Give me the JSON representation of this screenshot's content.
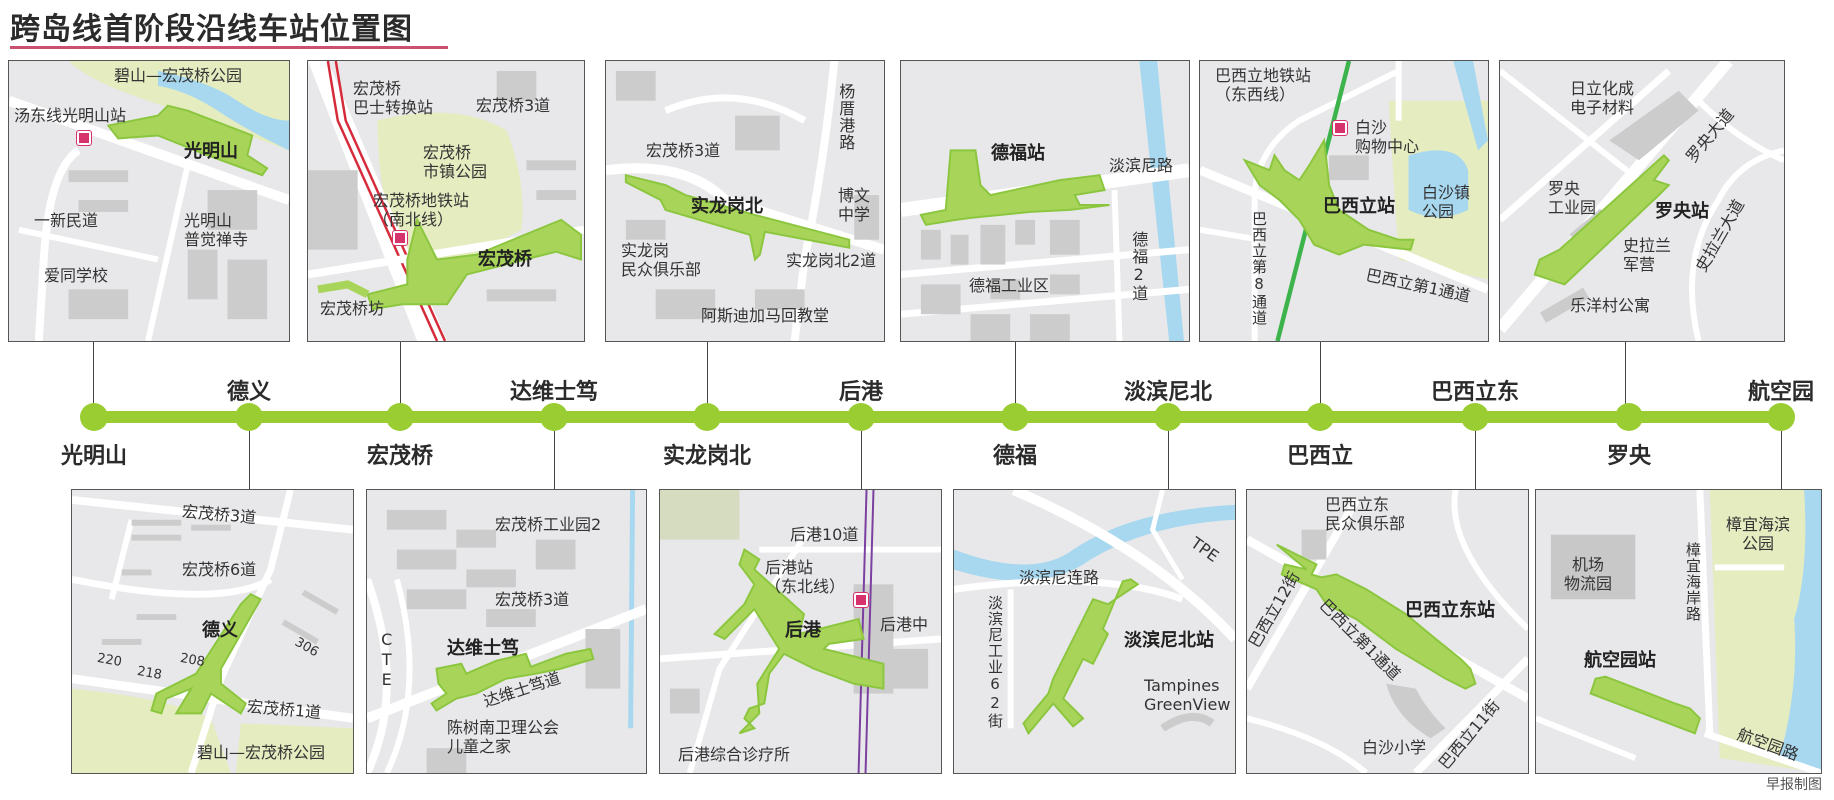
{
  "title": "跨岛线首阶段沿线车站位置图",
  "credit": "早报制图",
  "colors": {
    "line": "#9acd32",
    "station_area": "#a8d45a",
    "park": "#e4ecc0",
    "water": "#a8d8ef",
    "mrt_icon": "#d6336c",
    "title_underline": "#c9506f"
  },
  "stations": [
    {
      "name": "光明山",
      "position": "below"
    },
    {
      "name": "德义",
      "position": "above"
    },
    {
      "name": "宏茂桥",
      "position": "below"
    },
    {
      "name": "达维士笃",
      "position": "above"
    },
    {
      "name": "实龙岗北",
      "position": "below"
    },
    {
      "name": "后港",
      "position": "above"
    },
    {
      "name": "德福",
      "position": "below"
    },
    {
      "name": "淡滨尼北",
      "position": "above"
    },
    {
      "name": "巴西立",
      "position": "below"
    },
    {
      "name": "巴西立东",
      "position": "above"
    },
    {
      "name": "罗央",
      "position": "below"
    },
    {
      "name": "航空园",
      "position": "above"
    }
  ],
  "maps": {
    "guangmingshan": {
      "station": "光明山",
      "labels": {
        "park": "碧山—宏茂桥公园",
        "mrt": "汤东线光明山站",
        "road": "一新民道",
        "temple": "光明山\n普觉禅寺",
        "school": "爱同学校"
      }
    },
    "hongmaoqiao": {
      "station": "宏茂桥",
      "labels": {
        "bus": "宏茂桥\n巴士转换站",
        "st3": "宏茂桥3道",
        "park": "宏茂桥\n市镇公园",
        "mrt": "宏茂桥地铁站\n（南北线）",
        "fang": "宏茂桥坊"
      }
    },
    "shilonggangbei": {
      "station": "实龙岗北",
      "labels": {
        "st3": "宏茂桥3道",
        "road": "杨厝港路",
        "school": "博文\n中学",
        "club": "实龙岗\n民众俱乐部",
        "st2": "实龙岗北2道",
        "church": "阿斯迪加马回教堂"
      }
    },
    "defu": {
      "station": "德福站",
      "labels": {
        "road": "淡滨尼路",
        "ind": "德福工业区",
        "st2": "德福2道"
      }
    },
    "baxili": {
      "station": "巴西立站",
      "labels": {
        "mrt": "巴西立地铁站\n（东西线）",
        "mall": "白沙\n购物中心",
        "park": "白沙镇\n公园",
        "st8": "巴西立第8通道",
        "st1": "巴西立第1通道"
      }
    },
    "luoyang": {
      "station": "罗央站",
      "labels": {
        "hitachi": "日立化成\n电子材料",
        "ind": "罗央\n工业园",
        "camp": "史拉兰\n军营",
        "ave": "罗央大道",
        "ave2": "史拉兰大道",
        "apt": "乐洋村公寓"
      }
    },
    "deyi": {
      "station": "德义",
      "labels": {
        "st3": "宏茂桥3道",
        "st6": "宏茂桥6道",
        "st1": "宏茂桥1道",
        "park": "碧山—宏茂桥公园",
        "b220": "220",
        "b218": "218",
        "b208": "208",
        "b306": "306"
      }
    },
    "daweishidu": {
      "station": "达维士笃",
      "labels": {
        "ind2": "宏茂桥工业园2",
        "st3": "宏茂桥3道",
        "cte": "CTE",
        "road": "达维士笃道",
        "home": "陈树南卫理公会\n儿童之家"
      }
    },
    "hougang": {
      "station": "后港",
      "labels": {
        "st10": "后港10道",
        "mrt": "后港站\n（东北线）",
        "mall": "后港中",
        "clinic": "后港综合诊疗所"
      }
    },
    "tampinesnorth": {
      "station": "淡滨尼北站",
      "labels": {
        "tpe": "TPE",
        "link": "淡滨尼连路",
        "st62": "淡滨尼工业62街",
        "gv": "Tampines\nGreenView"
      }
    },
    "pasirriseast": {
      "station": "巴西立东站",
      "labels": {
        "club": "巴西立东\n民众俱乐部",
        "st12": "巴西立12街",
        "st1": "巴西立第1通道",
        "school": "白沙小学",
        "st11": "巴西立11街"
      }
    },
    "aviationpark": {
      "station": "航空园站",
      "labels": {
        "logi": "机场\n物流园",
        "park": "樟宜海滨\n公园",
        "road": "樟宜海岸路",
        "apr": "航空园路"
      }
    }
  }
}
